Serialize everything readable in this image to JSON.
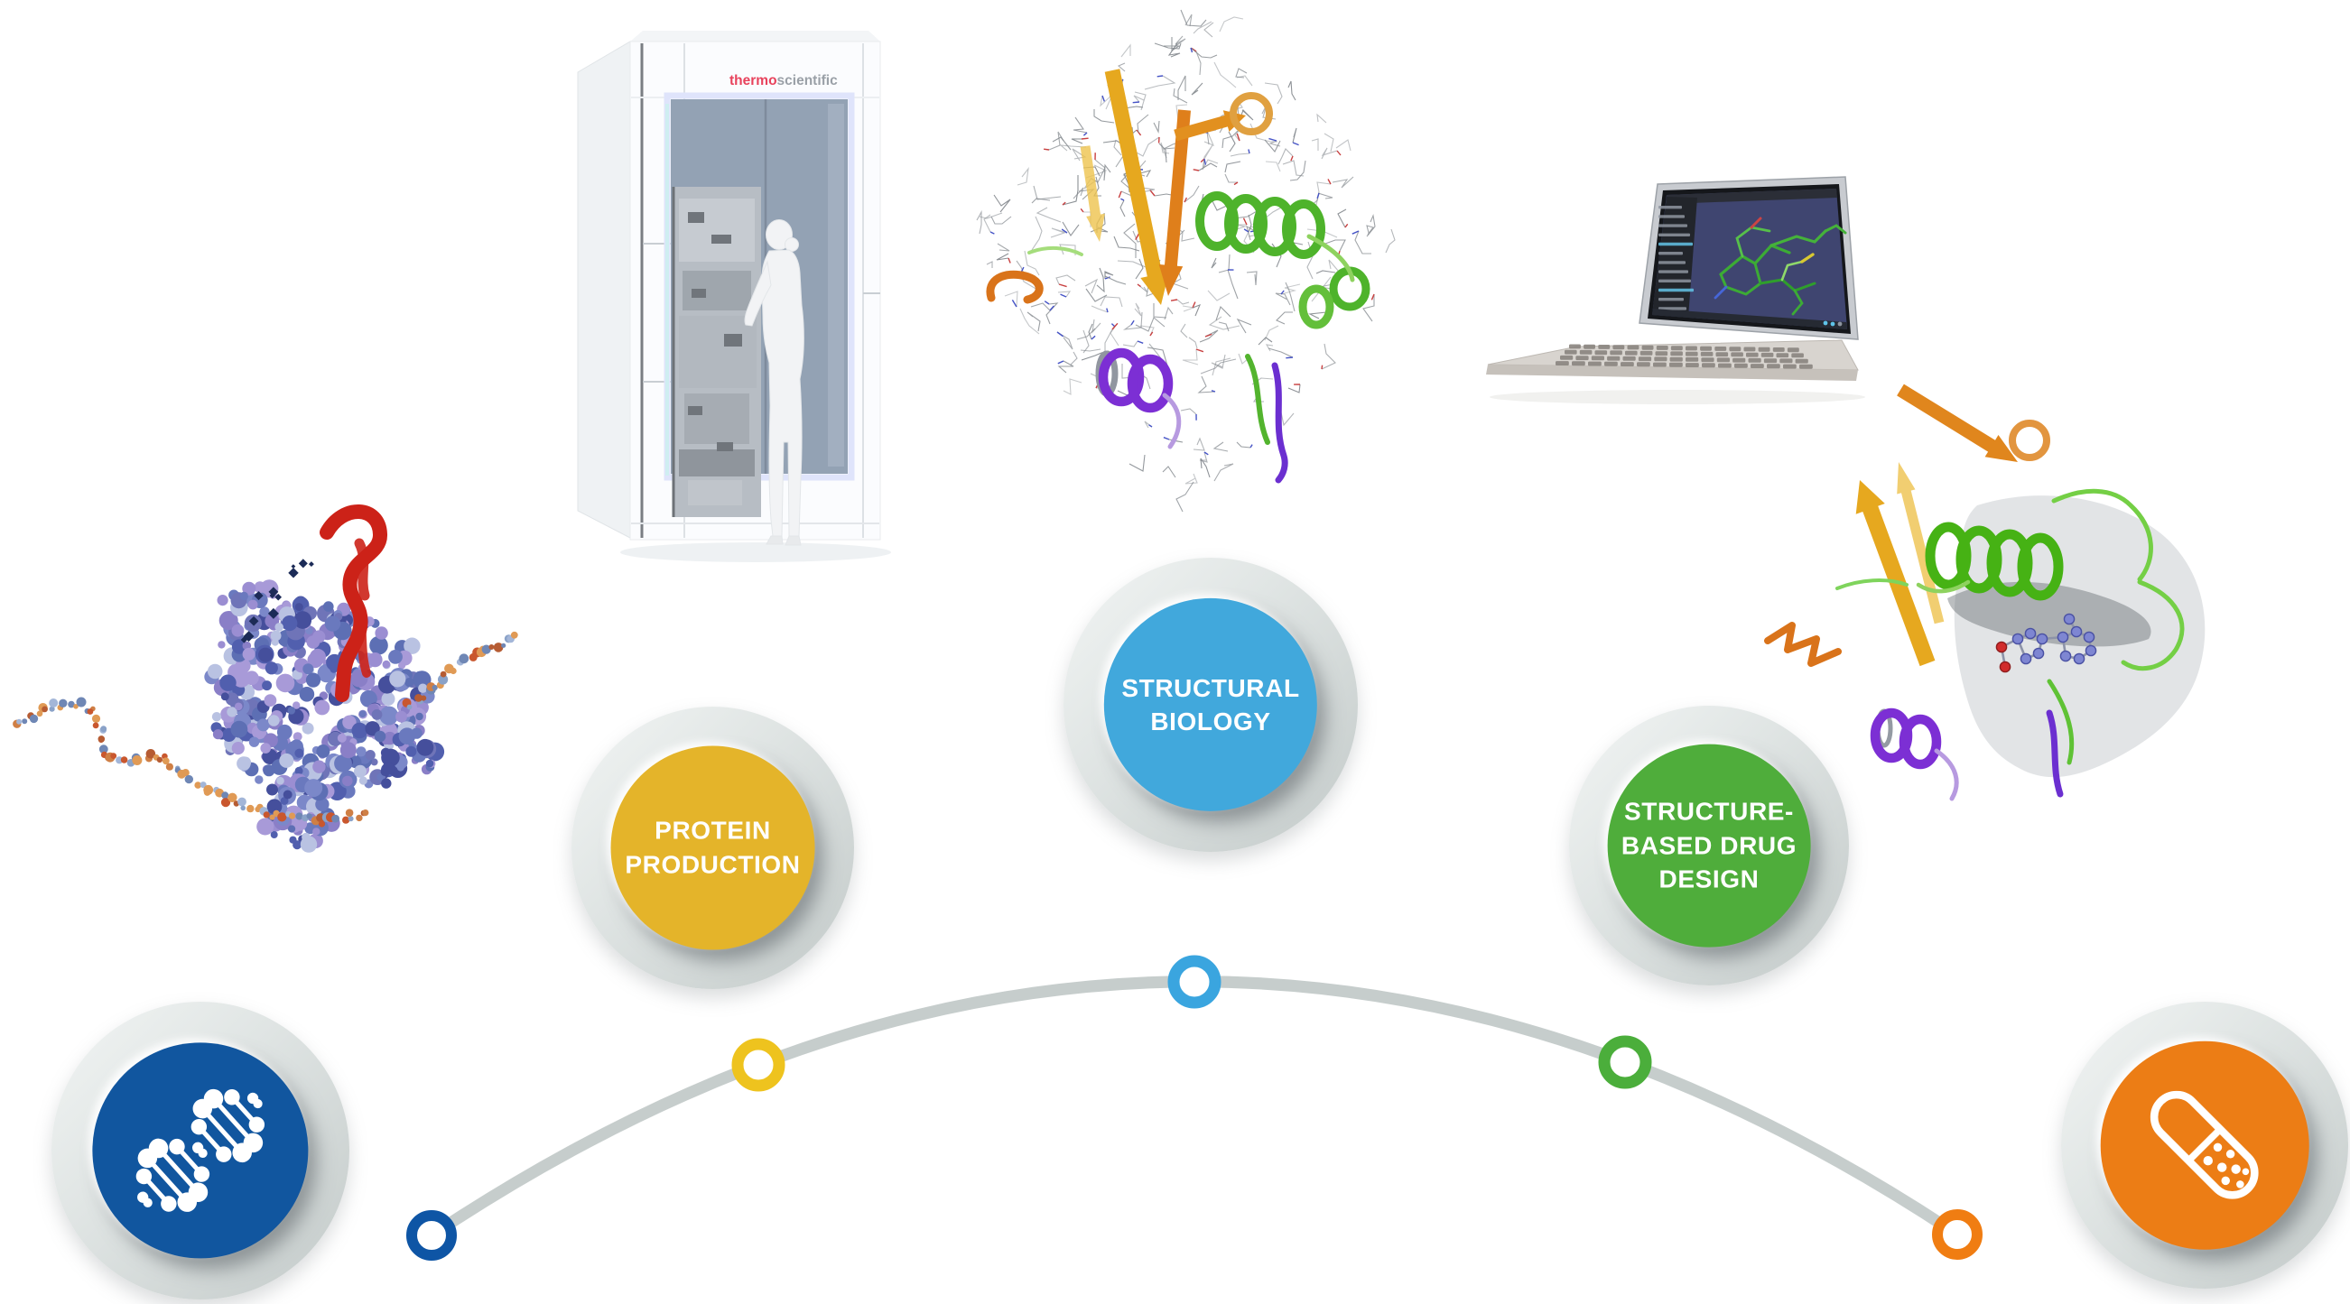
{
  "brand_logo": {
    "thermo": "thermo",
    "scientific": "scientific"
  },
  "pipeline": {
    "arc_color": "#c6cdcc",
    "stages": [
      {
        "id": "gene-dna",
        "kind": "icon",
        "icon": "dna-icon",
        "fill": "#11569f",
        "ring": "#0e55a5"
      },
      {
        "id": "protein-production",
        "kind": "label",
        "fill": "#e4b42a",
        "ring": "#eec31e",
        "lines": [
          "PROTEIN",
          "PRODUCTION"
        ]
      },
      {
        "id": "structural-biology",
        "kind": "label",
        "fill": "#41a8dc",
        "ring": "#3aa5df",
        "lines": [
          "STRUCTURAL",
          "BIOLOGY"
        ]
      },
      {
        "id": "structure-based-drug-design",
        "kind": "label",
        "fill": "#4fad3b",
        "ring": "#4bae3b",
        "lines": [
          "STRUCTURE-",
          "BASED DRUG",
          "DESIGN"
        ]
      },
      {
        "id": "drug",
        "kind": "icon",
        "icon": "pill-icon",
        "fill": "#ec7d15",
        "ring": "#f07d12"
      }
    ]
  }
}
